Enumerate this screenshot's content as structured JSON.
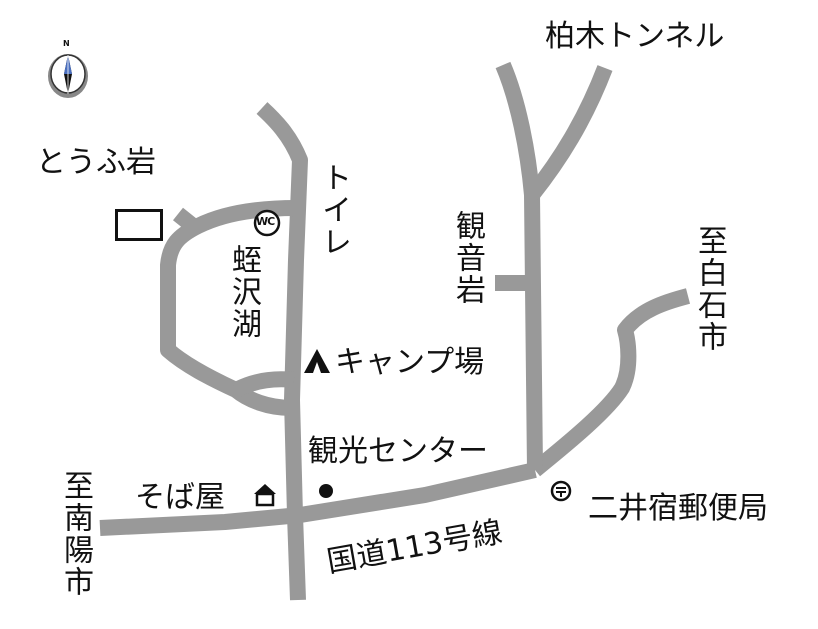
{
  "labels": {
    "tofu_iwa": "とうふ岩",
    "kashiwagi_tunnel": "柏木トンネル",
    "toilet": "トイレ",
    "wc_badge": "WC",
    "lake": "蛭沢湖",
    "kannon_iwa": "観音岩",
    "to_shiroishi": "至白石市",
    "campsite": "キャンプ場",
    "visitor_center": "観光センター",
    "soba_shop": "そば屋",
    "post_office": "二井宿郵便局",
    "route": "国道113号線",
    "to_nanyo": "至南陽市",
    "compass_n": "N"
  },
  "colors": {
    "road": "#999999",
    "ink": "#111111",
    "background": "#ffffff"
  },
  "icons": {
    "compass": "compass-icon",
    "tofu_rock": "rectangle-marker-icon",
    "toilet": "wc-icon",
    "campsite": "tent-icon",
    "visitor_center": "dot-icon",
    "soba_shop": "house-icon",
    "post_office": "post-office-icon"
  }
}
